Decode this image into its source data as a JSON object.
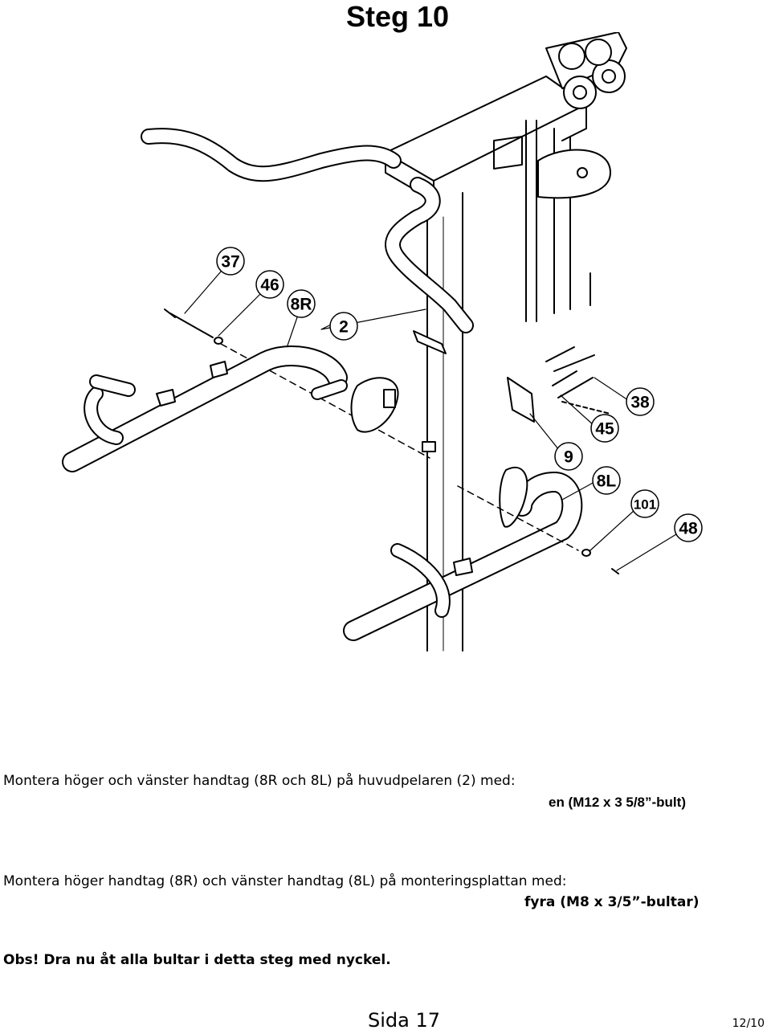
{
  "title": "Steg 10",
  "callouts": [
    "37",
    "46",
    "8R",
    "2",
    "38",
    "45",
    "9",
    "8L",
    "101",
    "48"
  ],
  "instructions": {
    "line1": "Montera höger och vänster handtag (8R och 8L) på huvudpelaren (2) med:",
    "spec1": "en (M12 x 3 5/8”-bult)",
    "line2": "Montera höger handtag (8R) och vänster handtag (8L) på monteringsplattan med:",
    "spec2": "fyra (M8 x 3/5”-bultar)",
    "note": "Obs! Dra nu åt alla bultar i detta steg med nyckel."
  },
  "footer": {
    "page": "Sida 17",
    "right": "12/10"
  }
}
